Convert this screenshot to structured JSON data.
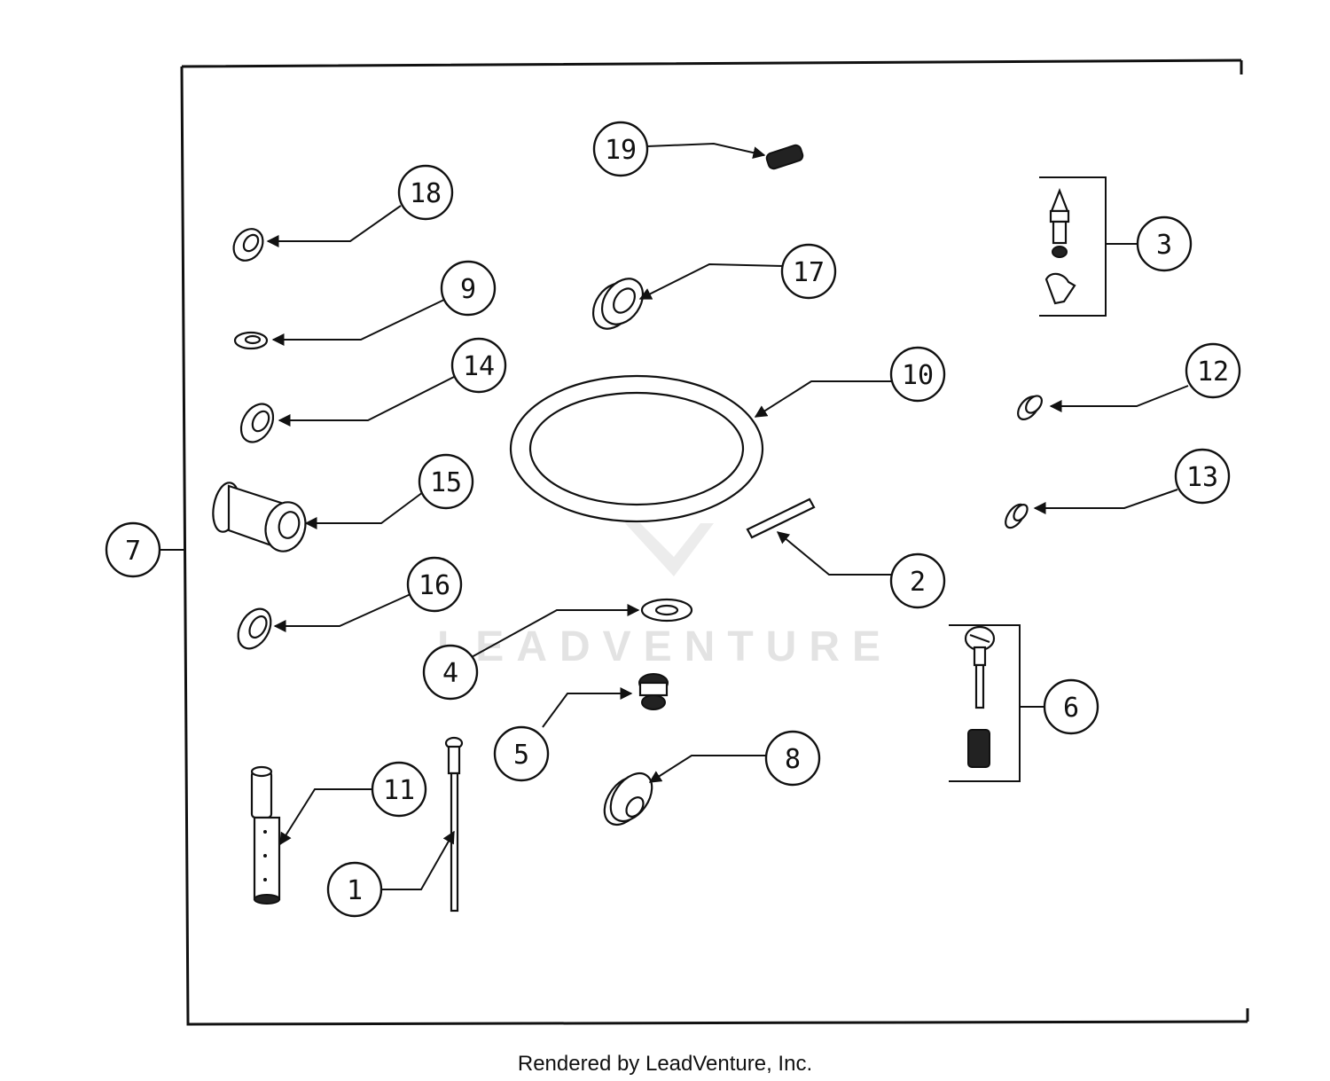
{
  "diagram": {
    "footer_text": "Rendered by LeadVenture, Inc.",
    "watermark": "LEADVENTURE",
    "callouts": [
      {
        "id": "1",
        "label": "1"
      },
      {
        "id": "2",
        "label": "2"
      },
      {
        "id": "3",
        "label": "3"
      },
      {
        "id": "4",
        "label": "4"
      },
      {
        "id": "5",
        "label": "5"
      },
      {
        "id": "6",
        "label": "6"
      },
      {
        "id": "7",
        "label": "7"
      },
      {
        "id": "8",
        "label": "8"
      },
      {
        "id": "9",
        "label": "9"
      },
      {
        "id": "10",
        "label": "10"
      },
      {
        "id": "11",
        "label": "11"
      },
      {
        "id": "12",
        "label": "12"
      },
      {
        "id": "13",
        "label": "13"
      },
      {
        "id": "14",
        "label": "14"
      },
      {
        "id": "15",
        "label": "15"
      },
      {
        "id": "16",
        "label": "16"
      },
      {
        "id": "17",
        "label": "17"
      },
      {
        "id": "18",
        "label": "18"
      },
      {
        "id": "19",
        "label": "19"
      }
    ]
  }
}
